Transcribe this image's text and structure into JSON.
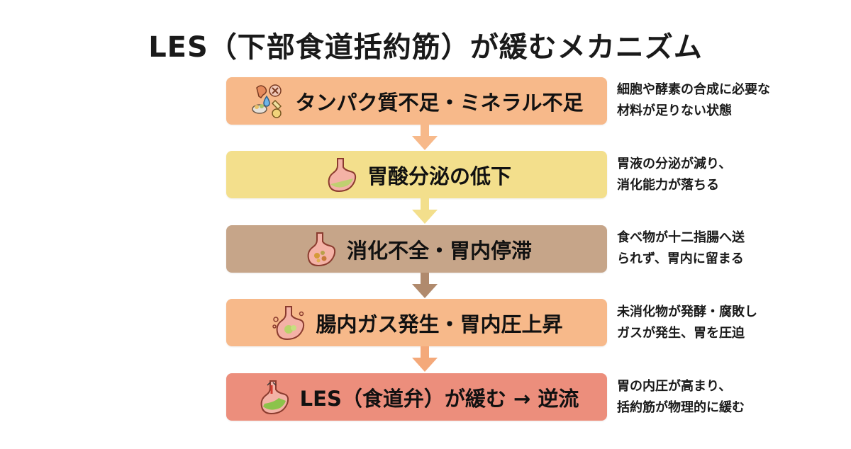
{
  "title": "LES（下部食道括約筋）が緩むメカニズム",
  "steps": [
    {
      "label": "タンパク質不足・ミネラル不足",
      "desc_line1": "細胞や酵素の合成に必要な",
      "desc_line2": "材料が足りない状態",
      "icon": "food-nutrients-icon",
      "color": "#f7b98a"
    },
    {
      "label": "胃酸分泌の低下",
      "desc_line1": "胃液の分泌が減り、",
      "desc_line2": "消化能力が落ちる",
      "icon": "stomach-icon",
      "color": "#f3df8c"
    },
    {
      "label": "消化不全・胃内停滞",
      "desc_line1": "食べ物が十二指腸へ送",
      "desc_line2": "られず、胃内に留まる",
      "icon": "stomach-food-icon",
      "color": "#c6a589"
    },
    {
      "label": "腸内ガス発生・胃内圧上昇",
      "desc_line1": "未消化物が発酵・腐敗し",
      "desc_line2": "ガスが発生、胃を圧迫",
      "icon": "stomach-gas-icon",
      "color": "#f7b98a"
    },
    {
      "label": "LES（食道弁）が緩む → 逆流",
      "desc_line1": "胃の内圧が高まり、",
      "desc_line2": "括約筋が物理的に緩む",
      "icon": "stomach-reflux-icon",
      "color": "#ec8e7c"
    }
  ],
  "arrow_colors": [
    "#f7b98a",
    "#f3df8c",
    "#b08a6d",
    "#f4a97a"
  ]
}
